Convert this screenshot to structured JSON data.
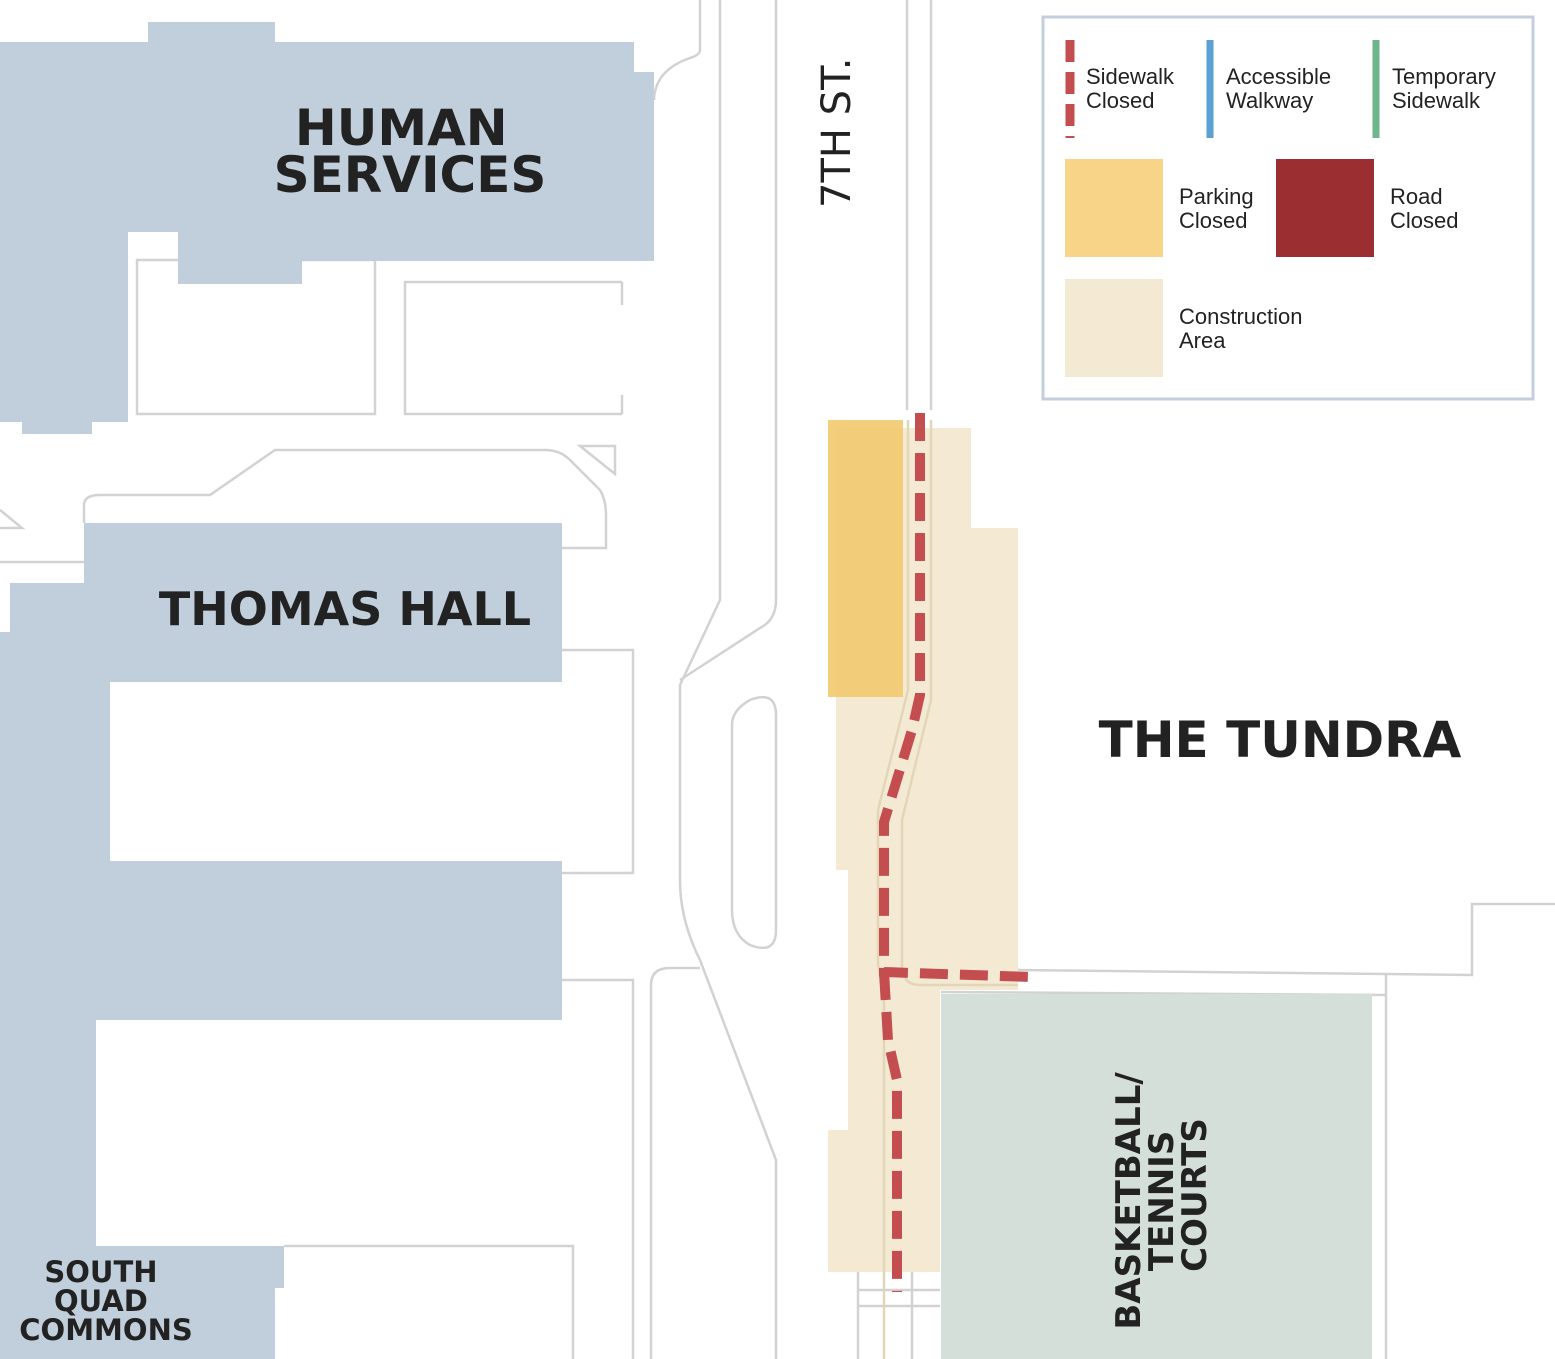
{
  "labels": {
    "human_services": [
      "HUMAN",
      "SERVICES"
    ],
    "thomas_hall": "THOMAS HALL",
    "street": "7TH ST.",
    "tundra": "THE TUNDRA",
    "courts": [
      "BASKETBALL/",
      "TENNIS",
      "COURTS"
    ],
    "south_quad": [
      "SOUTH",
      "QUAD",
      "COMMONS"
    ]
  },
  "legend": {
    "sidewalk_closed": [
      "Sidewalk",
      "Closed"
    ],
    "accessible_walkway": [
      "Accessible",
      "Walkway"
    ],
    "temporary_sidewalk": [
      "Temporary",
      "Sidewalk"
    ],
    "parking_closed": [
      "Parking",
      "Closed"
    ],
    "road_closed": [
      "Road",
      "Closed"
    ],
    "construction_area": [
      "Construction",
      "Area"
    ]
  },
  "colors": {
    "building": "#c1cfdc",
    "parking_closed": "#f7d488",
    "road_closed": "#9b2e30",
    "sidewalk_closed": "#c44d4f",
    "accessible_walkway": "#5aa0d2",
    "temporary_sidewalk": "#6db68c",
    "construction_area": "#f4ead3",
    "courts": "#d5dfda"
  }
}
